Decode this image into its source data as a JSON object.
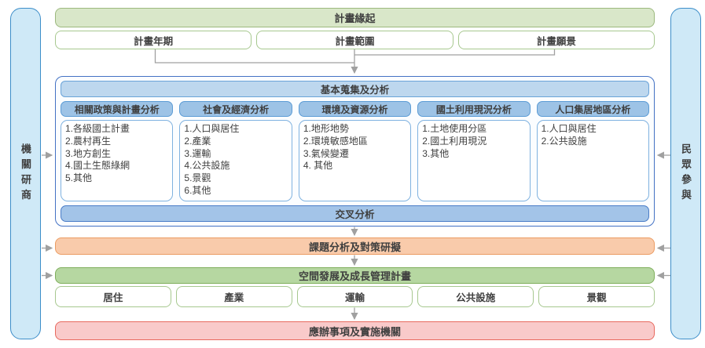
{
  "sidebars": {
    "left": {
      "label": "機關研商"
    },
    "right": {
      "label": "民眾參與"
    }
  },
  "top": {
    "title": "計畫緣起",
    "items": [
      "計畫年期",
      "計畫範圍",
      "計畫願景"
    ]
  },
  "analysis": {
    "title": "基本蒐集及分析",
    "columns": [
      {
        "header": "相關政策與計畫分析",
        "items": [
          "1.各級國土計畫",
          "2.農村再生",
          "3.地方創生",
          "4.國土生態綠網",
          "5.其他"
        ]
      },
      {
        "header": "社會及經濟分析",
        "items": [
          "1.人口與居住",
          "2.產業",
          "3.運輸",
          "4.公共設施",
          "5.景觀",
          "6.其他"
        ]
      },
      {
        "header": "環境及資源分析",
        "items": [
          "1.地形地勢",
          "2.環境敏感地區",
          "3.氣候變遷",
          "4. 其他"
        ]
      },
      {
        "header": "國土利用現況分析",
        "items": [
          "1.土地使用分區",
          "2.國土利用現況",
          "3.其他"
        ]
      },
      {
        "header": "人口集居地區分析",
        "items": [
          "1.人口與居住",
          "2.公共設施"
        ]
      }
    ],
    "footer": "交叉分析"
  },
  "issues": {
    "title": "課題分析及對策研擬"
  },
  "spatial": {
    "title": "空間發展及成長管理計畫",
    "items": [
      "居住",
      "產業",
      "運輸",
      "公共設施",
      "景觀"
    ]
  },
  "actions": {
    "title": "應辦事項及實施機關"
  },
  "colors": {
    "text": "#3f3f3f",
    "arrow": "#a0a0a0",
    "green-fill": "#d9e7c9",
    "green-border": "#9cb97e",
    "greenbox-border": "#a7c88f",
    "container-border": "#4472c4",
    "container-fill": "#fbfdff",
    "bluehead-fill": "#bdd7ee",
    "bluehead-border": "#6aa3d8",
    "colhead-fill": "#9dc3e6",
    "colhead-border": "#5b9bd5",
    "list-border": "#7fb2e0",
    "cross-fill": "#a3c4e8",
    "cross-border": "#4a7cc7",
    "orange-fill": "#f9cbab",
    "orange-border": "#eb9c63",
    "green2-fill": "#b6d7a1",
    "green2-border": "#7fae5c",
    "red-fill": "#f9caca",
    "red-border": "#e8695e",
    "sidebar-fill": "#cfe9f7",
    "sidebar-border": "#3d8ec9"
  }
}
